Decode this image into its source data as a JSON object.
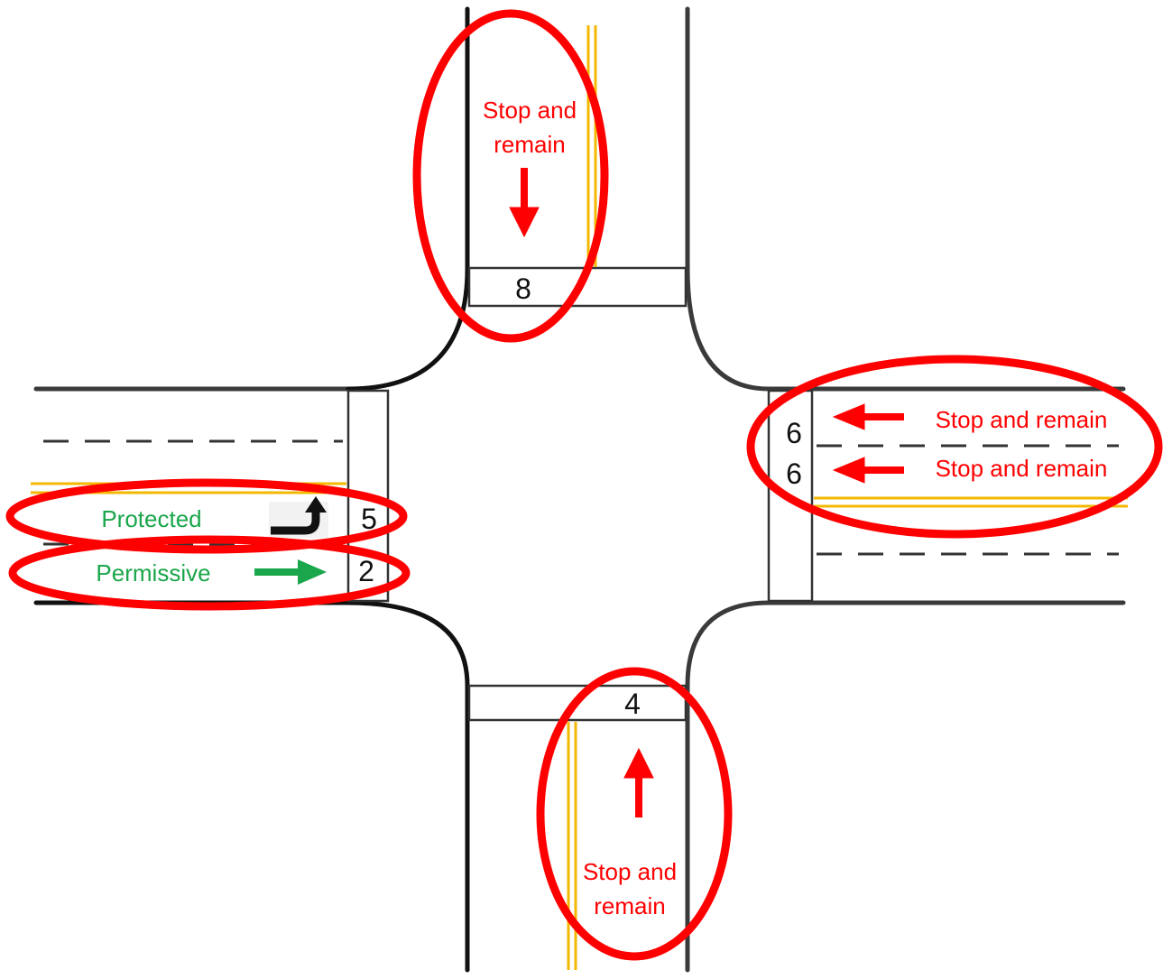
{
  "colors": {
    "road": "#3a3a3a",
    "yellow_line": "#f5b800",
    "highlight": "#ff0000",
    "stop_text": "#ff0000",
    "go_text": "#1aa64a",
    "go_arrow": "#1aa64a"
  },
  "approaches": {
    "north": {
      "phase": "8",
      "label_line1": "Stop and",
      "label_line2": "remain",
      "arrow_icon": "arrow-down-icon"
    },
    "south": {
      "phase": "4",
      "label_line1": "Stop and",
      "label_line2": "remain",
      "arrow_icon": "arrow-up-icon"
    },
    "east": {
      "lanes": [
        {
          "phase": "6",
          "label": "Stop and remain",
          "arrow_icon": "arrow-left-icon"
        },
        {
          "phase": "6",
          "label": "Stop and remain",
          "arrow_icon": "arrow-left-icon"
        }
      ]
    },
    "west": {
      "lanes": [
        {
          "phase": "5",
          "label": "Protected",
          "arrow_icon": "left-turn-arrow-icon"
        },
        {
          "phase": "2",
          "label": "Permissive",
          "arrow_icon": "arrow-right-icon"
        }
      ]
    }
  }
}
